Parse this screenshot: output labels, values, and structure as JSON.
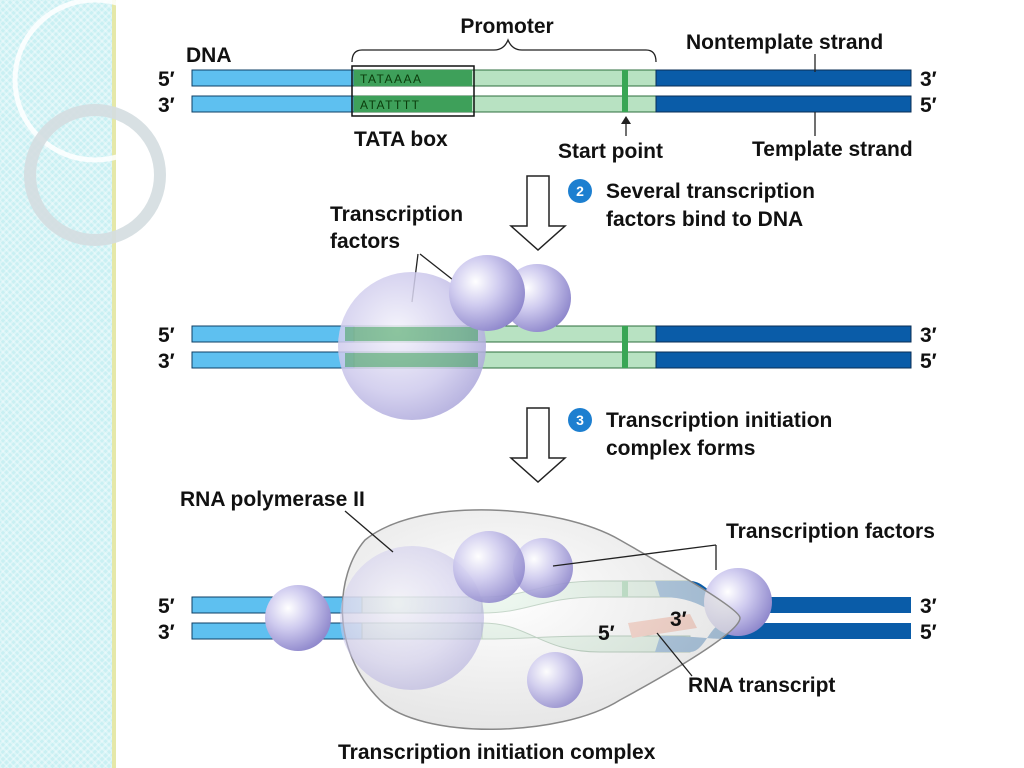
{
  "labels": {
    "dna": "DNA",
    "promoter": "Promoter",
    "nontemplate": "Nontemplate strand",
    "template": "Template strand",
    "tata_box": "TATA box",
    "start_point": "Start point",
    "tf_top": "Transcription",
    "tf_bottom": "factors",
    "rna_pol": "RNA polymerase II",
    "tf_right": "Transcription factors",
    "rna_transcript": "RNA transcript",
    "complex": "Transcription initiation complex"
  },
  "sequence": {
    "top": "TATAAAA",
    "bottom": "ATATTTT"
  },
  "ends": {
    "five": "5′",
    "three": "3′"
  },
  "steps": [
    {
      "number": "2",
      "line1": "Several transcription",
      "line2": "factors bind to DNA"
    },
    {
      "number": "3",
      "line1": "Transcription initiation",
      "line2": "complex forms"
    }
  ],
  "colors": {
    "light_blue": "#5ec0f0",
    "promoter_green": "#b8e2c2",
    "dark_blue": "#0a5ca8",
    "start_green": "#39a655",
    "tata_green": "#3ea05a",
    "protein": "#b3aee0",
    "rna": "#f28a6a",
    "badge": "#1d7fd0"
  }
}
